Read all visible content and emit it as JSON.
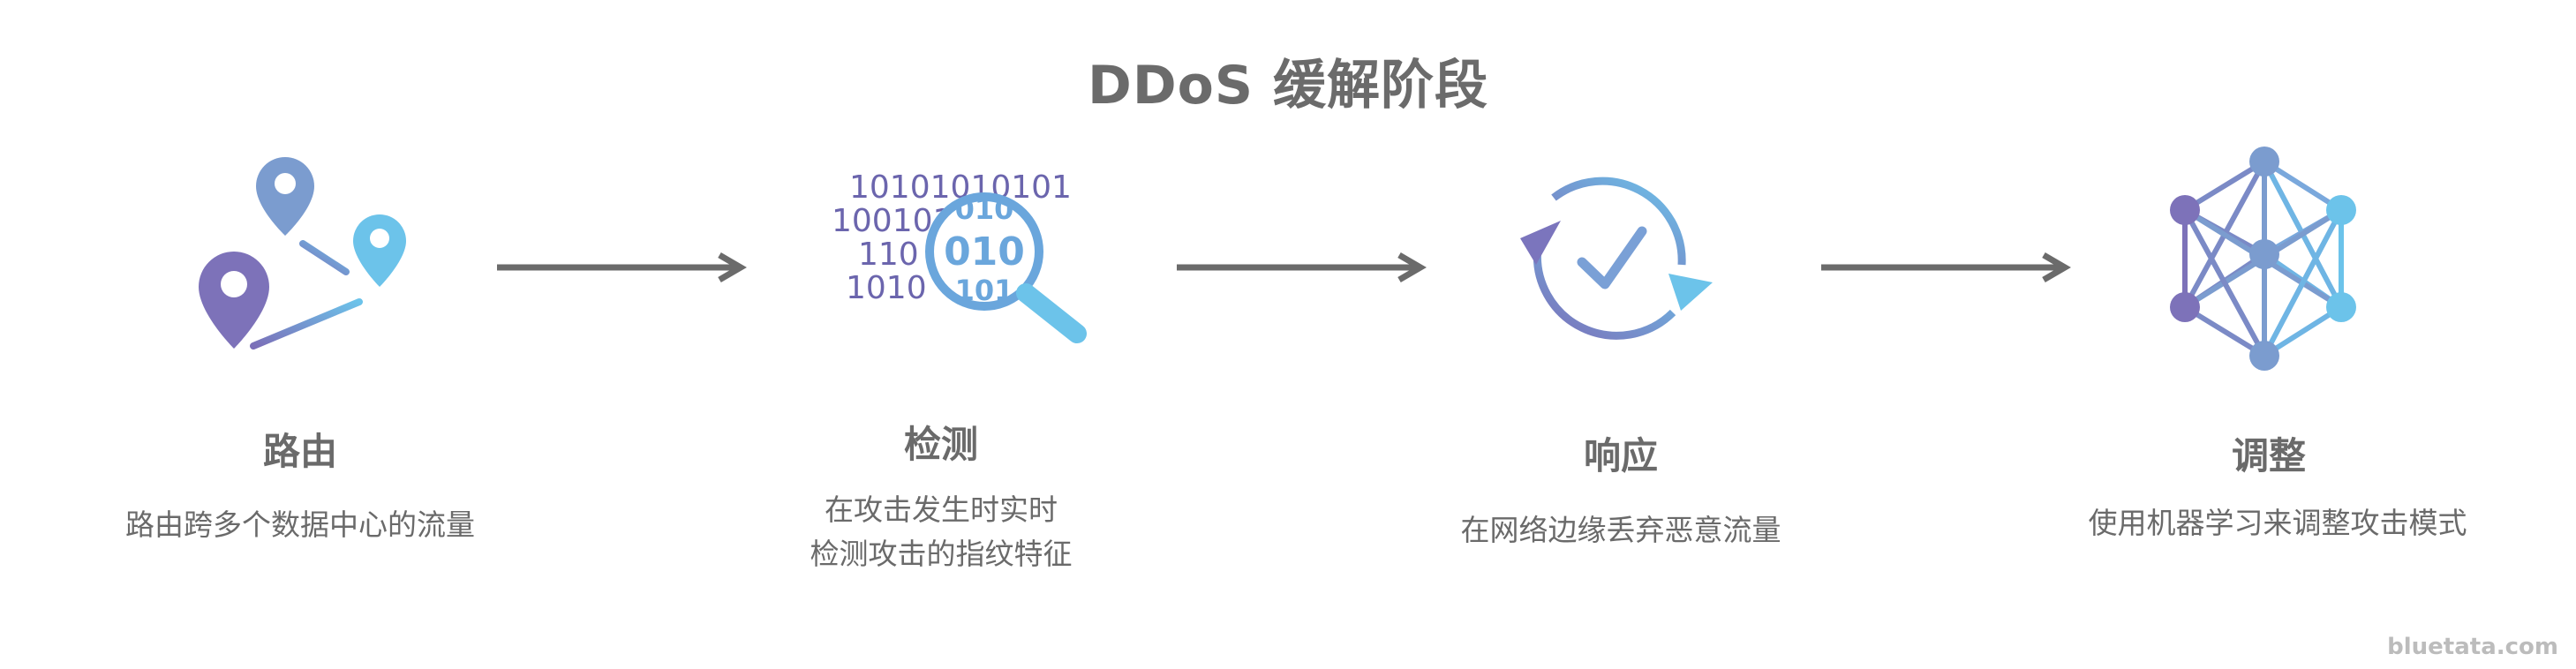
{
  "title": "DDoS 缓解阶段",
  "stages": [
    {
      "name": "路由",
      "desc": [
        "路由跨多个数据中心的流量"
      ],
      "icon": "location-pins-icon"
    },
    {
      "name": "检测",
      "desc": [
        "在攻击发生时实时",
        "检测攻击的指纹特征"
      ],
      "icon": "binary-magnifier-icon",
      "binary": [
        "10101010101",
        "1001010",
        "110",
        "1010"
      ],
      "lens": [
        "010",
        "010",
        "101"
      ]
    },
    {
      "name": "响应",
      "desc": [
        "在网络边缘丢弃恶意流量"
      ],
      "icon": "refresh-check-icon"
    },
    {
      "name": "调整",
      "desc": [
        "使用机器学习来调整攻击模式"
      ],
      "icon": "neural-network-icon"
    }
  ],
  "watermark": "bluetata.com",
  "colors": {
    "text": "#6a6a6a",
    "arrow": "#6b6b6b",
    "gradStart": "#7b6fb8",
    "gradEnd": "#6cc3ea"
  }
}
